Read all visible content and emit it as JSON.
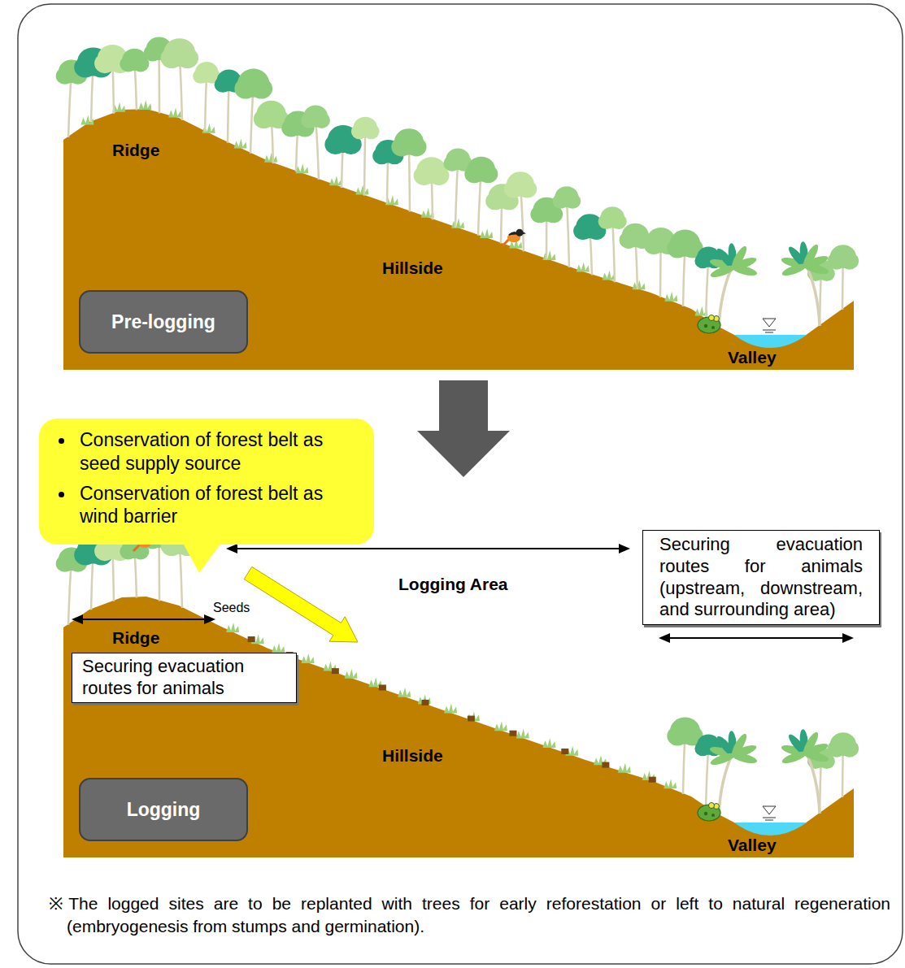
{
  "diagram": {
    "caption": "※The logged sites are to be replanted with trees for early reforestation or left to natural regeneration (embryogenesis from stumps and germination).",
    "nodes": [
      {
        "text": [
          "Pre-logging"
        ]
      },
      {
        "text": [
          "Conservation of forest belt as seed supply source",
          "Conservation of forest belt as wind barrier"
        ]
      },
      {
        "text": [
          "Securing evacuation routes for animals (upstream, downstream, and surrounding area)"
        ]
      },
      {
        "text": [
          "Securing evacuation routes for animals"
        ]
      },
      {
        "text": [
          "Logging"
        ]
      }
    ],
    "labels": [
      "Ridge",
      "Hillside",
      "Valley",
      "Logging Area",
      "Seeds",
      "Ridge",
      "Hillside",
      "Valley"
    ]
  }
}
